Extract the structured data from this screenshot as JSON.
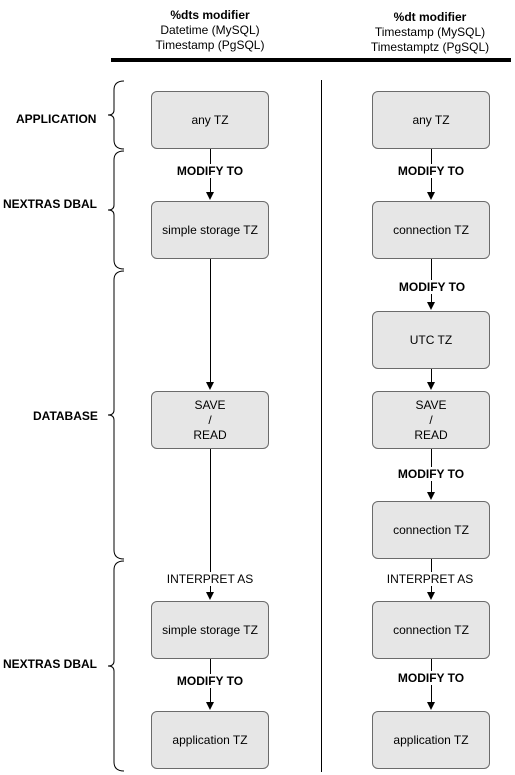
{
  "headers": {
    "left": {
      "title": "%dts modifier",
      "line1": "Datetime (MySQL)",
      "line2": "Timestamp (PgSQL)"
    },
    "right": {
      "title": "%dt modifier",
      "line1": "Timestamp (MySQL)",
      "line2": "Timestamptz (PgSQL)"
    }
  },
  "sections": [
    "APPLICATION",
    "NEXTRAS DBAL",
    "DATABASE",
    "NEXTRAS DBAL"
  ],
  "left_flow": {
    "boxes": [
      "any TZ",
      "simple storage TZ",
      "SAVE\n/\nREAD",
      "simple storage TZ",
      "application TZ"
    ],
    "edge_labels": [
      "MODIFY TO",
      "INTERPRET AS",
      "MODIFY TO"
    ]
  },
  "right_flow": {
    "boxes": [
      "any TZ",
      "connection TZ",
      "UTC TZ",
      "SAVE\n/\nREAD",
      "connection TZ",
      "connection TZ",
      "application TZ"
    ],
    "edge_labels": [
      "MODIFY TO",
      "MODIFY TO",
      "MODIFY TO",
      "INTERPRET AS",
      "MODIFY TO"
    ]
  }
}
